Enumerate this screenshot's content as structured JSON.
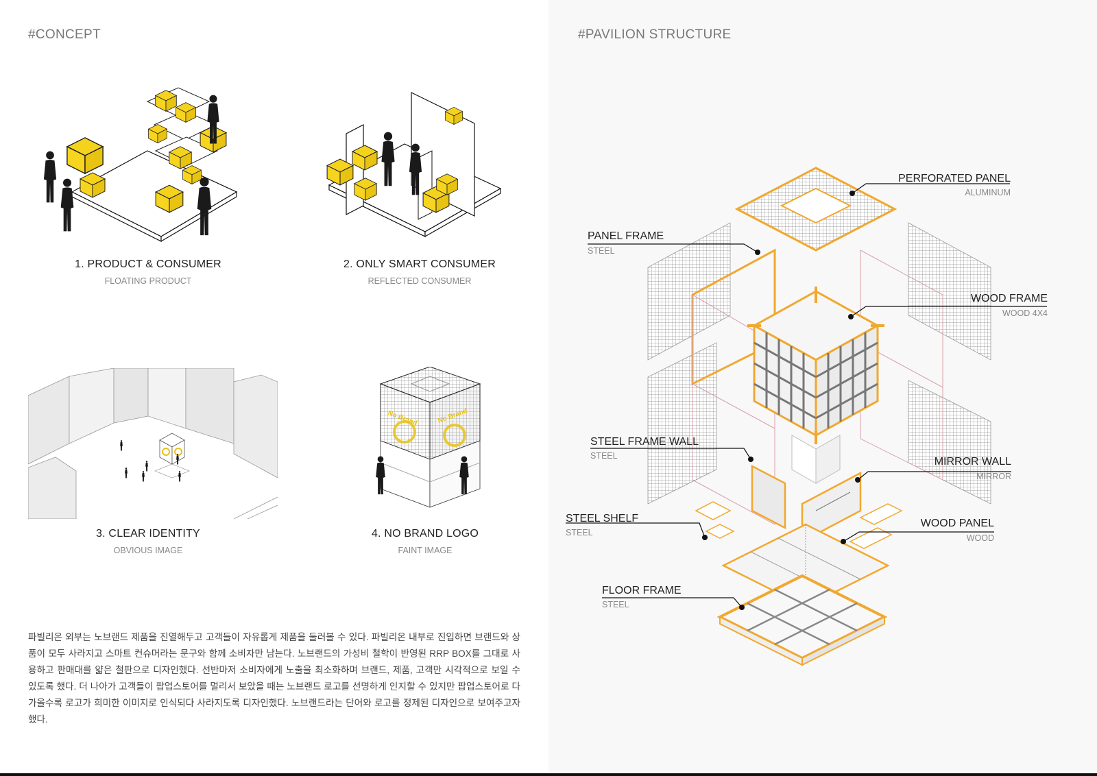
{
  "concept": {
    "title": "#CONCEPT",
    "items": [
      {
        "title": "1. PRODUCT & CONSUMER",
        "subtitle": "FLOATING PRODUCT"
      },
      {
        "title": "2. ONLY SMART CONSUMER",
        "subtitle": "REFLECTED CONSUMER"
      },
      {
        "title": "3. CLEAR IDENTITY",
        "subtitle": "OBVIOUS IMAGE"
      },
      {
        "title": "4. NO BRAND LOGO",
        "subtitle": "FAINT IMAGE"
      }
    ],
    "description": "파빌리온 외부는 노브랜드 제품을 진열해두고 고객들이 자유롭게 제품을 둘러볼 수 있다. 파빌리온 내부로 진입하면 브랜드와 상품이 모두 사라지고 스마트 컨슈머라는 문구와 함께 소비자만 남는다. 노브랜드의 가성비 철학이 반영된 RRP BOX를 그대로 사용하고 판매대를 얇은 철판으로 디자인했다. 선반마저 소비자에게 노출을 최소화하며 브랜드, 제품, 고객만 시각적으로 보일 수 있도록 했다. 더 나아가 고객들이 팝업스토어를 멀리서 보았을 때는 노브랜드 로고를 선명하게 인지할 수 있지만 팝업스토어로 다가올수록 로고가 희미한 이미지로 인식되다 사라지도록 디자인했다. 노브랜드라는 단어와 로고를 정제된 디자인으로 보여주고자 했다."
  },
  "structure": {
    "title": "#PAVILION STRUCTURE",
    "labels": [
      {
        "name": "PERFORATED PANEL",
        "material": "ALUMINUM"
      },
      {
        "name": "PANEL FRAME",
        "material": "STEEL"
      },
      {
        "name": "WOOD FRAME",
        "material": "WOOD 4X4"
      },
      {
        "name": "STEEL FRAME WALL",
        "material": "STEEL"
      },
      {
        "name": "MIRROR WALL",
        "material": "MIRROR"
      },
      {
        "name": "STEEL SHELF",
        "material": "STEEL"
      },
      {
        "name": "WOOD PANEL",
        "material": "WOOD"
      },
      {
        "name": "FLOOR FRAME",
        "material": "STEEL"
      }
    ]
  },
  "colors": {
    "accent": "#f0a830",
    "product_yellow": "#f5d31c",
    "background_right": "#f8f8f8",
    "text": "#222222",
    "subtext": "#888888"
  },
  "logo_text": "No Brand"
}
